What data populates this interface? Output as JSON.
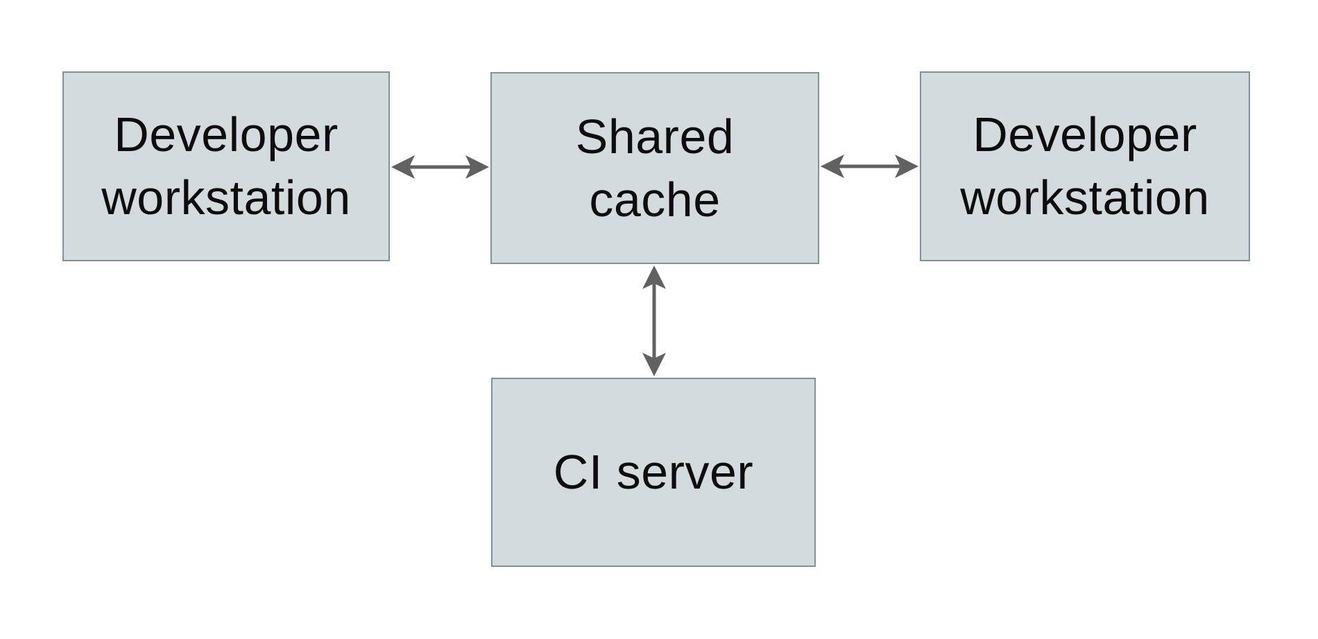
{
  "diagram": {
    "type": "architecture-diagram",
    "nodes": {
      "dev_left": {
        "label": "Developer\nworkstation"
      },
      "shared_cache": {
        "label": "Shared\ncache"
      },
      "dev_right": {
        "label": "Developer\nworkstation"
      },
      "ci_server": {
        "label": "CI server"
      }
    },
    "edges": [
      {
        "from": "dev_left",
        "to": "shared_cache",
        "direction": "bidirectional",
        "orientation": "horizontal"
      },
      {
        "from": "shared_cache",
        "to": "dev_right",
        "direction": "bidirectional",
        "orientation": "horizontal"
      },
      {
        "from": "shared_cache",
        "to": "ci_server",
        "direction": "bidirectional",
        "orientation": "vertical"
      }
    ],
    "colors": {
      "node_fill": "#d4dbde",
      "node_border": "#7e919c",
      "arrow": "#616161",
      "text": "#0d0d0d",
      "background": "#ffffff"
    }
  }
}
